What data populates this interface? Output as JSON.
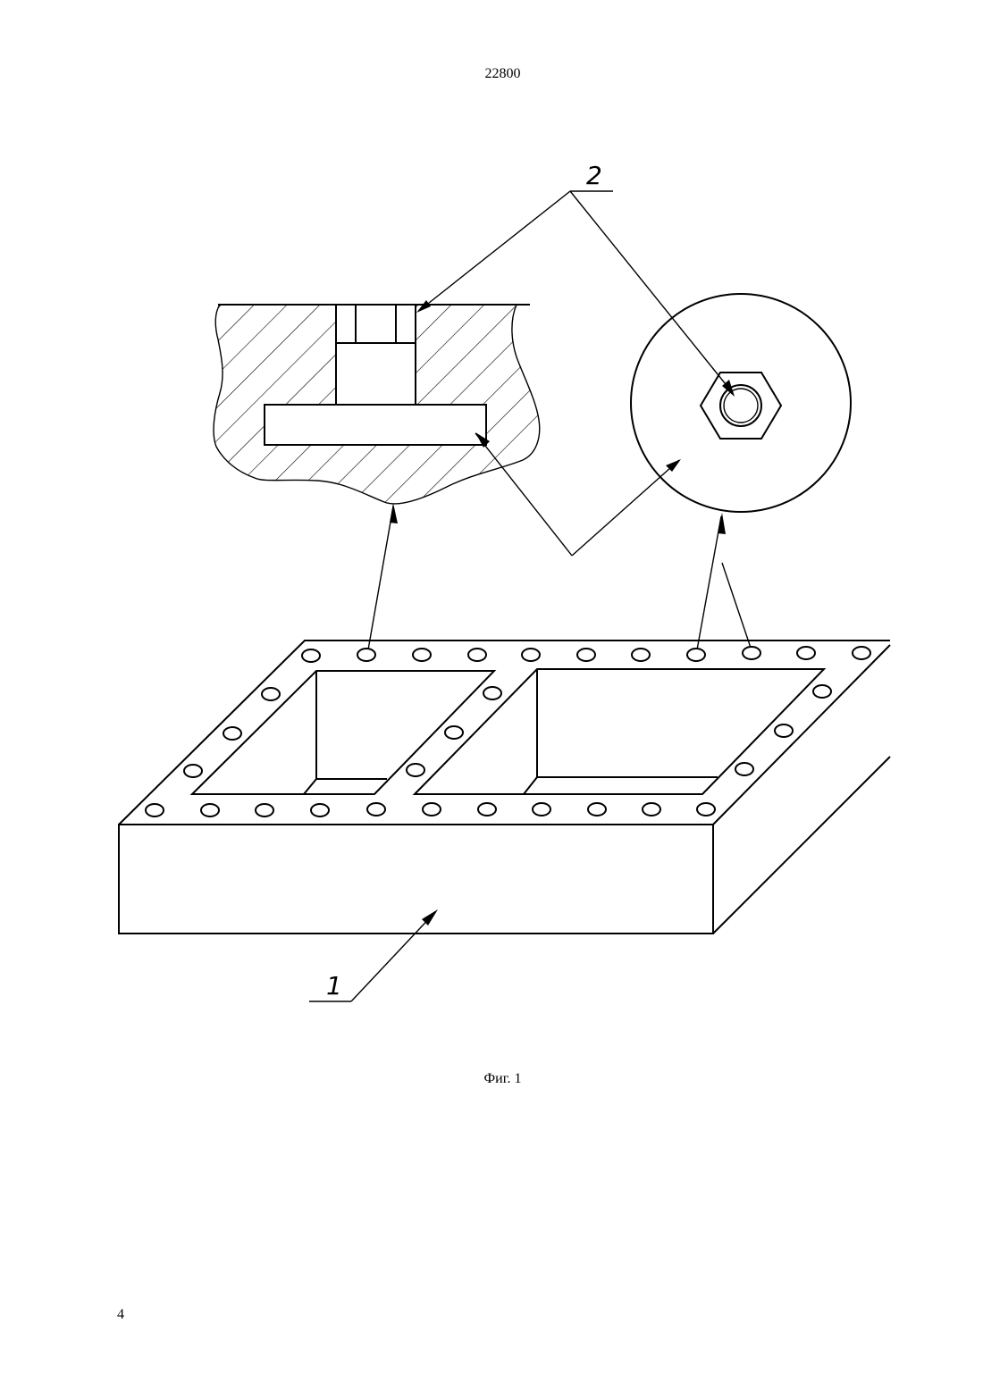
{
  "document": {
    "patent_number": "22800",
    "figure_caption": "Фиг. 1",
    "page_number": "4"
  },
  "drawing": {
    "labels": {
      "ref_1": "1",
      "ref_2": "2"
    }
  }
}
